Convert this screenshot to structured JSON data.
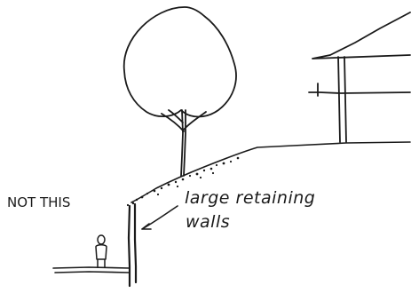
{
  "sketch": {
    "label_not_this": "NOT THIS",
    "label_line1": "large retaining",
    "label_line2": "walls"
  },
  "colors": {
    "ink": "#1a1a1a",
    "paper": "#ffffff"
  }
}
